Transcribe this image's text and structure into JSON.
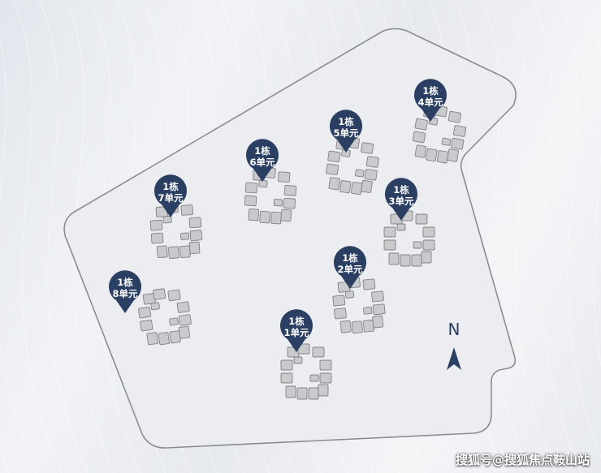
{
  "map": {
    "north_label": "N",
    "pins": [
      {
        "id": "b1",
        "line1": "1栋",
        "line2": "1单元"
      },
      {
        "id": "b2",
        "line1": "1栋",
        "line2": "2单元"
      },
      {
        "id": "b3",
        "line1": "1栋",
        "line2": "3单元"
      },
      {
        "id": "b4",
        "line1": "1栋",
        "line2": "4单元"
      },
      {
        "id": "b5",
        "line1": "1栋",
        "line2": "5单元"
      },
      {
        "id": "b6",
        "line1": "1栋",
        "line2": "6单元"
      },
      {
        "id": "b7",
        "line1": "1栋",
        "line2": "7单元"
      },
      {
        "id": "b8",
        "line1": "1栋",
        "line2": "8单元"
      }
    ]
  },
  "colors": {
    "pin": "#2b3f63",
    "building_fill": "#c9cacc",
    "building_stroke": "#808285",
    "boundary": "#8a8d91",
    "site_fill": "#ecedf0"
  },
  "watermark": "搜狐号@搜狐焦点鞍山站"
}
